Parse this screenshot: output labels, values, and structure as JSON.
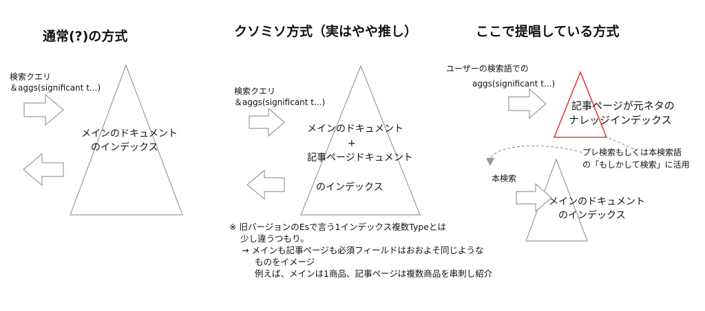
{
  "titles": {
    "left": "通常(?)の方式",
    "center": "クソミソ方式（実はやや推し）",
    "right": "ここで提唱している方式"
  },
  "left": {
    "query_line1": "検索クエリ",
    "query_line2": "＆aggs(significant t...)",
    "index_line1": "メインのドキュメント",
    "index_line2": "のインデックス"
  },
  "center": {
    "query_line1": "検索クエリ",
    "query_line2": "＆aggs(significant t...)",
    "index_line1": "メインのドキュメント",
    "index_plus": "+",
    "index_line2": "記事ページドキュメント",
    "index_line3": "のインデックス"
  },
  "note": {
    "line1": "※ 旧バージョンのEsで言う1インデックス複数Typeとは",
    "line2": "少し違うつもり。",
    "line3": "→ メインも記事ページも必須フィールドはおおよそ同じような",
    "line4": "ものをイメージ",
    "line5": "例えば、メインは1商品、記事ページは複数商品を串刺し紹介"
  },
  "right": {
    "user_query": "ユーザーの検索語での",
    "aggs": "aggs(significant t...)",
    "knowledge_line1": "記事ページが元ネタの",
    "knowledge_line2": "ナレッジインデックス",
    "pre_line1": "プレ検索もしくは本検索語",
    "pre_line2": "の「もしかして検索」に活用",
    "main_search": "本検索",
    "index_line1": "メインのドキュメント",
    "index_line2": "のインデックス"
  },
  "colors": {
    "red_triangle": "#e53935",
    "outline": "#999999",
    "dashed": "#888888"
  }
}
